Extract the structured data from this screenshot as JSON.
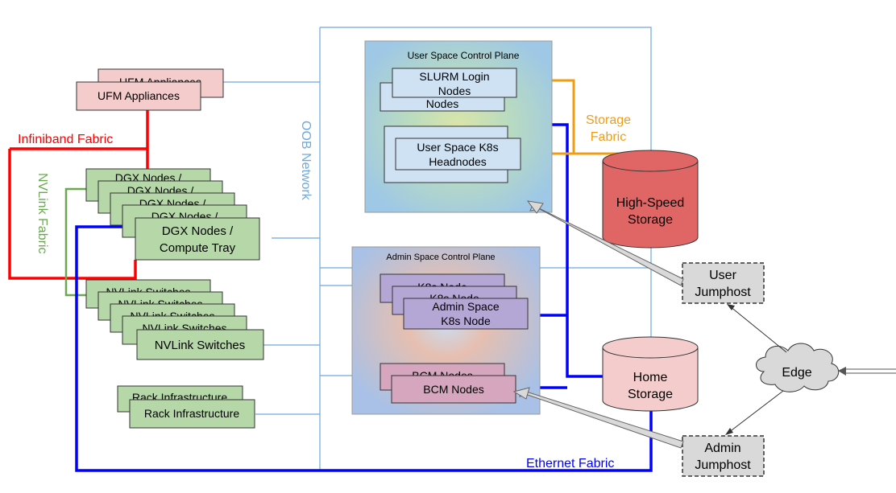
{
  "labels": {
    "infiniband_fabric": "Infiniband Fabric",
    "nvlink_fabric": "NVLink Fabric",
    "oob_network": "OOB Network",
    "storage_fabric": [
      "Storage",
      "Fabric"
    ],
    "ethernet_fabric": "Ethernet Fabric"
  },
  "nodes": {
    "ufm_back": "UFM Appliances",
    "ufm_front": "UFM Appliances",
    "dgx_stack": [
      "DGX Nodes /",
      "DGX Nodes /",
      "DGX Nodes /",
      "DGX Nodes /"
    ],
    "dgx_front": [
      "DGX Nodes /",
      "Compute Tray"
    ],
    "nvlink_stack": [
      "NVLink Switches",
      "NVLink Switches",
      "NVLink Switches",
      "NVLink Switches"
    ],
    "nvlink_front": "NVLink Switches",
    "rack_back": "Rack Infrastructure",
    "rack_front": "Rack Infrastructure",
    "user_plane_title": "User Space Control Plane",
    "slurm_back": "Nodes",
    "slurm_front": [
      "SLURM Login",
      "Nodes"
    ],
    "k8s_user_front": [
      "User Space K8s",
      "Headnodes"
    ],
    "admin_plane_title": "Admin Space Control Plane",
    "k8s_admin_back": [
      "K8s Node",
      "K8s Node"
    ],
    "k8s_admin_front": [
      "Admin Space",
      "K8s Node"
    ],
    "bcm_back": "BCM Nodes",
    "bcm_front": "BCM Nodes",
    "high_speed_storage": [
      "High-Speed",
      "Storage"
    ],
    "home_storage": [
      "Home",
      "Storage"
    ],
    "user_jumphost": [
      "User",
      "Jumphost"
    ],
    "admin_jumphost": [
      "Admin",
      "Jumphost"
    ],
    "edge": "Edge"
  },
  "colors": {
    "infiniband": "#ff0000",
    "nvlink": "#6aa84f",
    "oob": "#6fa8dc",
    "storage": "#f39c12",
    "ethernet": "#0000ff",
    "green_node": "#b6d7a8",
    "pink_node": "#f4cccc",
    "blue_node": "#cfe2f3",
    "purple_node": "#b4a7d6",
    "mauve_node": "#d5a6bd",
    "hs_storage": "#e06666",
    "jumphost": "#d9d9d9"
  }
}
